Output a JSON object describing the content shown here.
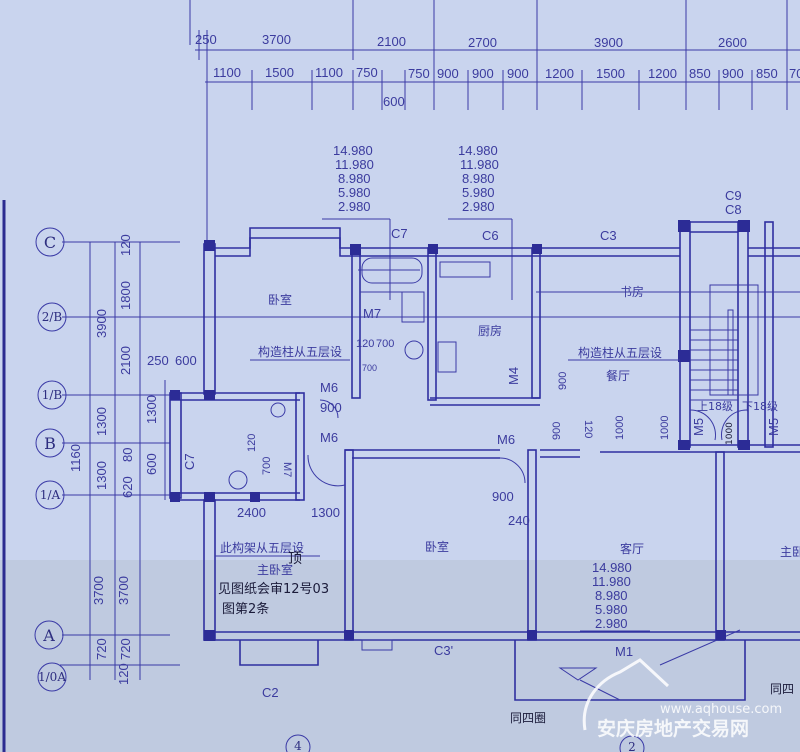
{
  "colors": {
    "paper": "#c9d4ee",
    "ink": "#3a3aa6",
    "column": "#2c2c96"
  },
  "top_dims": {
    "row1": [
      "250",
      "3700",
      "2100",
      "2700",
      "3900",
      "2600"
    ],
    "row2": [
      "1100",
      "1500",
      "1100",
      "750",
      "750",
      "900",
      "900",
      "900",
      "1200",
      "1500",
      "1200",
      "850",
      "900",
      "850",
      "70"
    ],
    "sub": "600"
  },
  "elevations": {
    "left": [
      "14.980",
      "11.980",
      "8.980",
      "5.980",
      "2.980"
    ],
    "right": [
      "14.980",
      "11.980",
      "8.980",
      "5.980",
      "2.980"
    ],
    "bottom": [
      "14.980",
      "11.980",
      "8.980",
      "5.980",
      "2.980"
    ]
  },
  "axes": [
    "C",
    "2/B",
    "1/B",
    "B",
    "1/A",
    "A",
    "1/0A"
  ],
  "axes_bottom": [
    "4",
    "2"
  ],
  "left_dims": {
    "outer": [
      "3900",
      "1160",
      "3700"
    ],
    "middle": [
      "120",
      "1800",
      "2100",
      "1300",
      "1300",
      "720"
    ],
    "inner": [
      "1300",
      "80",
      "600",
      "620",
      "3700",
      "720",
      "120"
    ],
    "small": [
      "250",
      "600"
    ]
  },
  "windows": [
    "C7",
    "C6",
    "C3",
    "C9",
    "C8",
    "C7",
    "C3'",
    "C2",
    "M1"
  ],
  "doors": [
    "M7",
    "M6",
    "M6",
    "M6",
    "M4",
    "M5",
    "M5",
    "M7"
  ],
  "rooms": {
    "bedroom1": "卧室",
    "kitchen": "厨房",
    "study": "书房",
    "dining": "餐厅",
    "bedroom2": "卧室",
    "living": "客厅",
    "master": "主卧室",
    "master_right": "主卧"
  },
  "notes": {
    "column1": "构造柱从五层设",
    "column2": "构造柱从五层设",
    "frame": "此构架从五层设",
    "stair_up": "上18级",
    "stair_down": "下18级"
  },
  "inner_dims": [
    "120",
    "700",
    "700",
    "900",
    "900",
    "2400",
    "1300",
    "900",
    "240",
    "900",
    "120",
    "1000",
    "1000",
    "120",
    "700"
  ],
  "handwritten": {
    "top": "顶",
    "line1": "见图纸会审12号03",
    "line2": "图第2条",
    "bottom_left": "同四圈",
    "bottom_right": "同四",
    "stair_note": "1000"
  },
  "watermark": {
    "url": "www.aqhouse.com",
    "name": "安庆房地产交易网"
  }
}
